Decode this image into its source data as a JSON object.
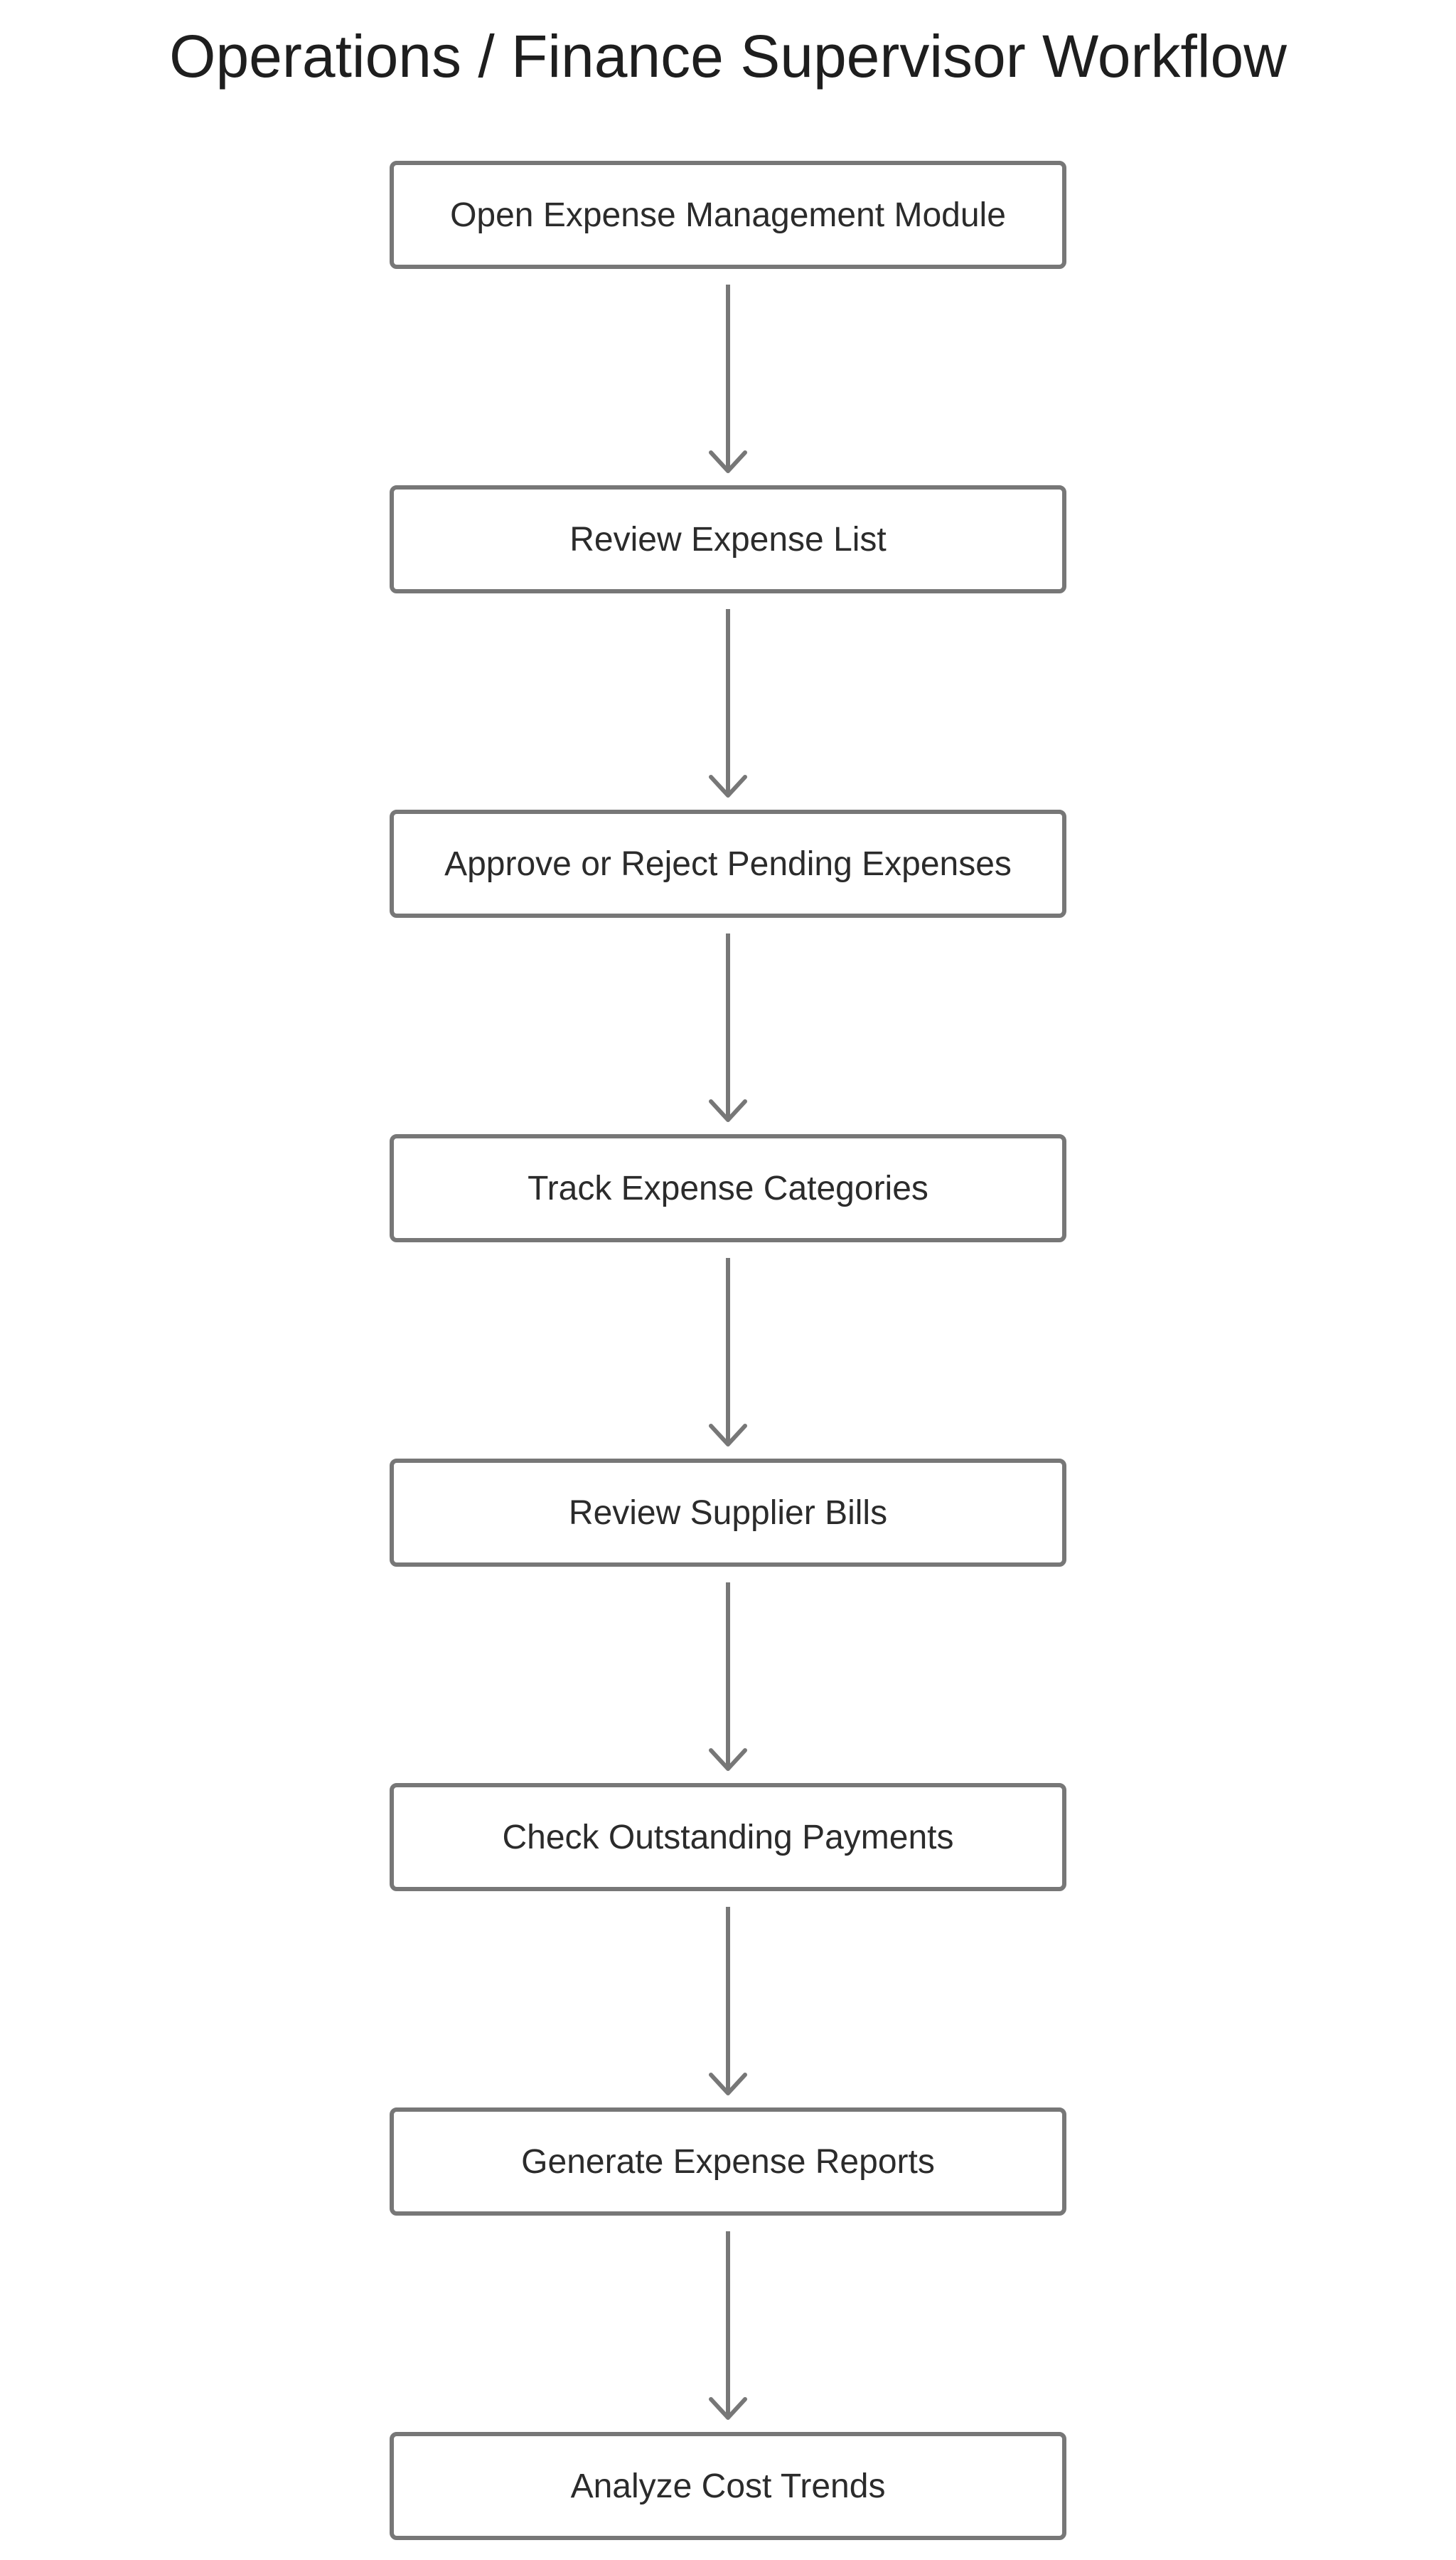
{
  "diagram": {
    "title": "Operations / Finance Supervisor Workflow",
    "steps": [
      {
        "label": "Open Expense Management Module"
      },
      {
        "label": "Review Expense List"
      },
      {
        "label": "Approve or Reject Pending Expenses"
      },
      {
        "label": "Track Expense Categories"
      },
      {
        "label": "Review Supplier Bills"
      },
      {
        "label": "Check Outstanding Payments"
      },
      {
        "label": "Generate Expense Reports"
      },
      {
        "label": "Analyze Cost Trends"
      }
    ],
    "colors": {
      "box_border": "#777777",
      "arrow": "#777777",
      "text": "#2b2b2b",
      "background": "#ffffff"
    }
  }
}
